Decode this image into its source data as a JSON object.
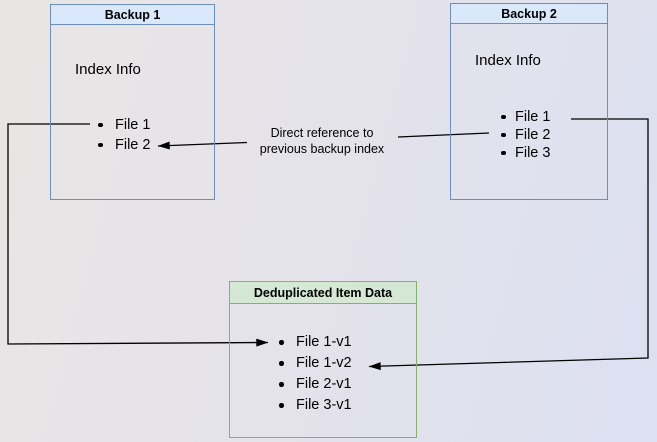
{
  "diagram": {
    "backup1": {
      "title": "Backup 1",
      "index_label": "Index Info",
      "files": [
        "File 1",
        "File 2"
      ]
    },
    "backup2": {
      "title": "Backup 2",
      "index_label": "Index Info",
      "files": [
        "File 1",
        "File 2",
        "File 3"
      ]
    },
    "dedup": {
      "title": "Deduplicated Item Data",
      "items": [
        "File 1-v1",
        "File 1-v2",
        "File 2-v1",
        "File 3-v1"
      ]
    },
    "edge_label": {
      "line1": "Direct reference to",
      "line2": "previous backup index"
    },
    "colors": {
      "blue_border": "#6c8ebf",
      "blue_header_fill": "#dae8fc",
      "green_border": "#82b366",
      "green_header_fill": "#d5e8d4",
      "arrow": "#000000"
    }
  }
}
